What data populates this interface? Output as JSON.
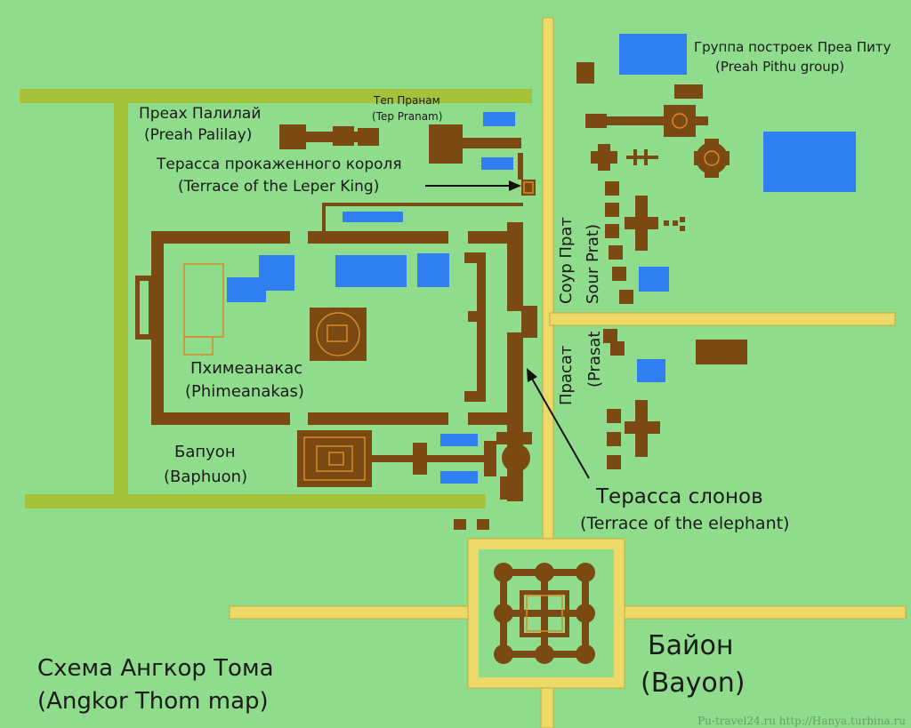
{
  "map": {
    "title_ru": "Схема Ангкор Тома",
    "title_en": "(Angkor Thom map)",
    "watermark": "Pu-travel24.ru  http://Hanya.turbina.ru",
    "colors": {
      "ground": "#8fdd8c",
      "building": "#7b4a12",
      "water": "#2f7ff0",
      "wall": "#a6c23a",
      "road": "#ecd96a",
      "outline": "#d88a2a"
    },
    "labels": {
      "preah_pithu_ru": "Группа построек Преа Питу",
      "preah_pithu_en": "(Preah Pithu group)",
      "tep_pranam_ru": "Теп Пранам",
      "tep_pranam_en": "(Tep Pranam)",
      "preah_palilay_ru": "Преах Палилай",
      "preah_palilay_en": "(Preah Palilay)",
      "leper_king_ru": "Терасса прокаженного короля",
      "leper_king_en": "(Terrace of the Leper King)",
      "phimeanakas_ru": "Пхимеанакас",
      "phimeanakas_en": "(Phimeanakas)",
      "baphuon_ru": "Бапуон",
      "baphuon_en": "(Baphuon)",
      "sour_prat_ru": "Соур Прат",
      "sour_prat_en": "Sour Prat)",
      "prasat_ru": "Прасат",
      "prasat_en": "(Prasat",
      "elephant_ru": "Терасса слонов",
      "elephant_en": "(Terrace of the elephant)",
      "bayon_ru": "Байон",
      "bayon_en": "(Bayon)"
    }
  }
}
